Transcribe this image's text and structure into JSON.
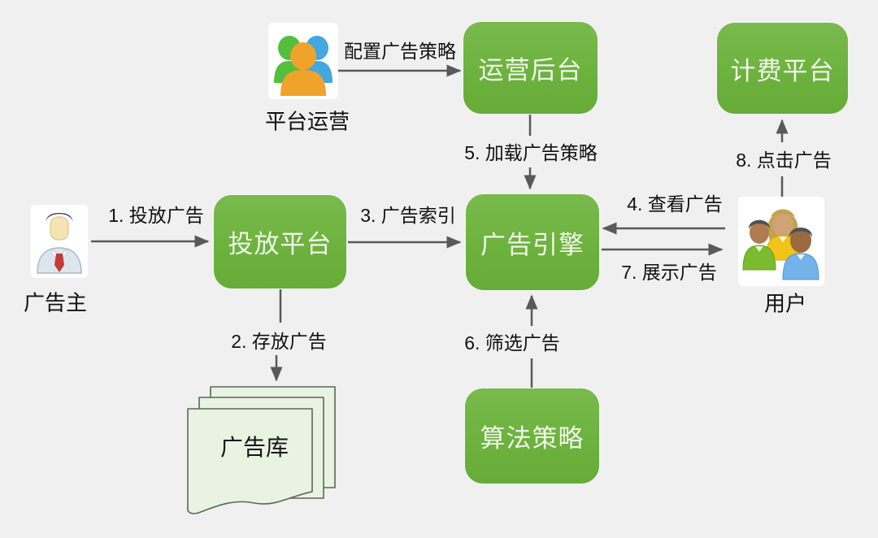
{
  "diagram": {
    "title_hint": "advertising-system-flow",
    "colors": {
      "background": "#f0f0f0",
      "node_green": "#6fb33f",
      "node_text": "#eff7e9",
      "arrow": "#595959",
      "label_text": "#111111",
      "page_fill": "#e9f3e2",
      "page_stroke": "#5b6657"
    },
    "nodes": {
      "ops_backend": {
        "label": "运营后台"
      },
      "billing": {
        "label": "计费平台"
      },
      "delivery": {
        "label": "投放平台"
      },
      "engine": {
        "label": "广告引擎"
      },
      "algo": {
        "label": "算法策略"
      },
      "ad_store": {
        "label": "广告库"
      }
    },
    "actors": {
      "platform_ops": {
        "label": "平台运营",
        "icon": "people-group-icon"
      },
      "advertiser": {
        "label": "广告主",
        "icon": "businessman-icon"
      },
      "users": {
        "label": "用户",
        "icon": "users-group-icon"
      }
    },
    "edges": {
      "configure": {
        "label": "配置广告策略",
        "from": "platform_ops",
        "to": "ops_backend"
      },
      "e1": {
        "label": "1. 投放广告",
        "from": "advertiser",
        "to": "delivery"
      },
      "e2": {
        "label": "2. 存放广告",
        "from": "delivery",
        "to": "ad_store"
      },
      "e3": {
        "label": "3. 广告索引",
        "from": "delivery",
        "to": "engine"
      },
      "e4": {
        "label": "4. 查看广告",
        "from": "users",
        "to": "engine"
      },
      "e5": {
        "label": "5. 加载广告策略",
        "from": "ops_backend",
        "to": "engine"
      },
      "e6": {
        "label": "6. 筛选广告",
        "from": "algo",
        "to": "engine"
      },
      "e7": {
        "label": "7. 展示广告",
        "from": "engine",
        "to": "users"
      },
      "e8": {
        "label": "8. 点击广告",
        "from": "users",
        "to": "billing"
      }
    }
  }
}
